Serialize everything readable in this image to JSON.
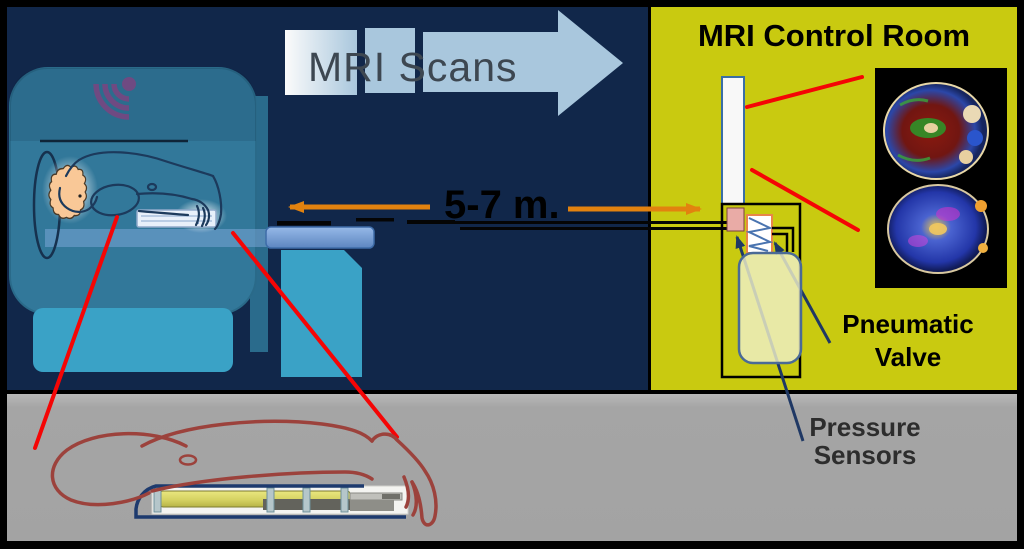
{
  "figure": {
    "type": "two-room MRI experiment setup diagram",
    "mri_room": {
      "scans_arrow_label": "MRI Scans",
      "distance_label": "5-7 m.",
      "elements": [
        "mri-scanner",
        "wireless-signal-icon",
        "patient-with-brain-highlight",
        "response-keypad",
        "patient-bed",
        "bed-support",
        "pneumatic-tubes"
      ]
    },
    "control_room": {
      "title": "MRI Control Room",
      "labels": {
        "pneumatic_valve": {
          "line1": "Pneumatic",
          "line2": "Valve"
        },
        "pressure_sensors": {
          "line1": "Pressure",
          "line2": "Sensors"
        }
      },
      "elements": [
        "monitor-screen",
        "equipment-box",
        "pneumatic-valve",
        "spring-sensor",
        "air-tank",
        "brain-scan-images"
      ]
    },
    "enlarged_view": {
      "elements": [
        "sketched-arm-and-hand",
        "piston-response-device"
      ]
    }
  },
  "icons": [
    {
      "name": "signal-icon",
      "meaning": "wireless/acoustic emission from scanner"
    },
    {
      "name": "block-arrow-right-icon",
      "meaning": "MRI scans sent to control room"
    },
    {
      "name": "distance-arrows-icon",
      "meaning": "5-7 m separation between rooms"
    }
  ],
  "colors": {
    "mri_room_bg": "#11274a",
    "control_room_bg": "#c9ca10",
    "enlarged_view_bg": "#a5a5a5",
    "border_black": "#000000",
    "scanner_teal": "#32789a",
    "scanner_base_teal": "#3aa2c6",
    "bed_blue": "#7aa6dc",
    "signal_purple": "#6f4a82",
    "arrow_orange": "#e2820f",
    "pointer_red": "#f50505",
    "pointer_navy": "#1f3864",
    "brain_peach": "#f9c897",
    "valve_pink": "#e9aba6",
    "tank_cream": "#efefc8",
    "scans_arrow_blue": "#a9c7dd",
    "scans_text_gray": "#3d4751"
  }
}
